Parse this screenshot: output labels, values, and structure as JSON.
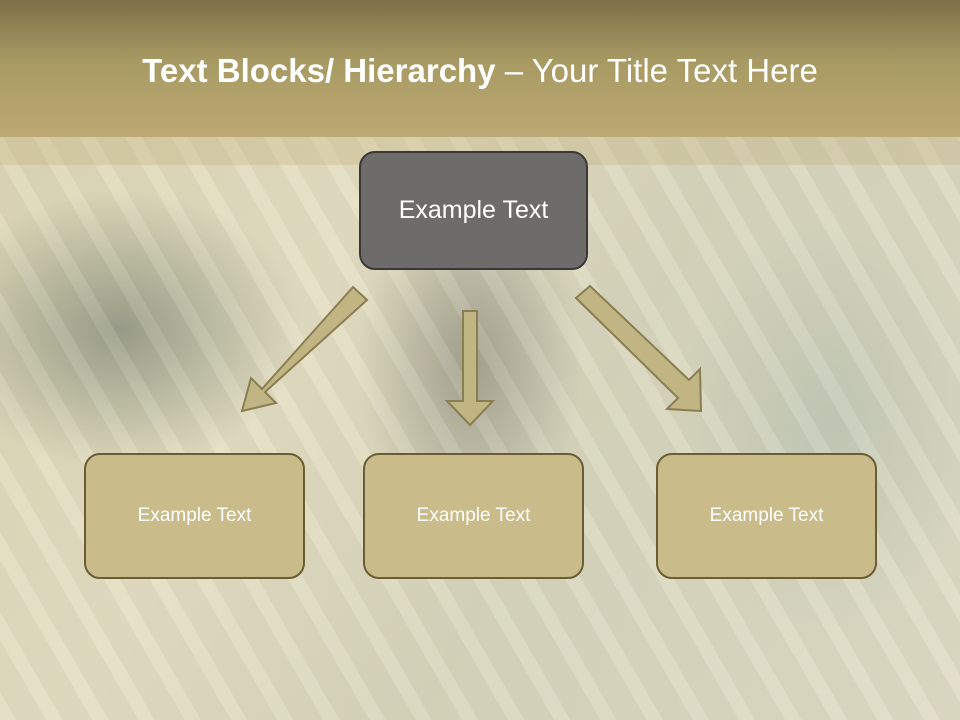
{
  "title": {
    "bold": "Text Blocks/ Hierarchy",
    "rest": " – Your Title Text Here"
  },
  "diagram": {
    "top_box": {
      "label": "Example Text"
    },
    "children": [
      {
        "label": "Example Text"
      },
      {
        "label": "Example Text"
      },
      {
        "label": "Example Text"
      }
    ]
  },
  "colors": {
    "title_bar": "#a89a63",
    "top_box_fill": "#6e6c6a",
    "child_box_fill": "#c9bb8a",
    "arrow_fill": "#c2b584",
    "arrow_stroke": "#8a7d52"
  }
}
